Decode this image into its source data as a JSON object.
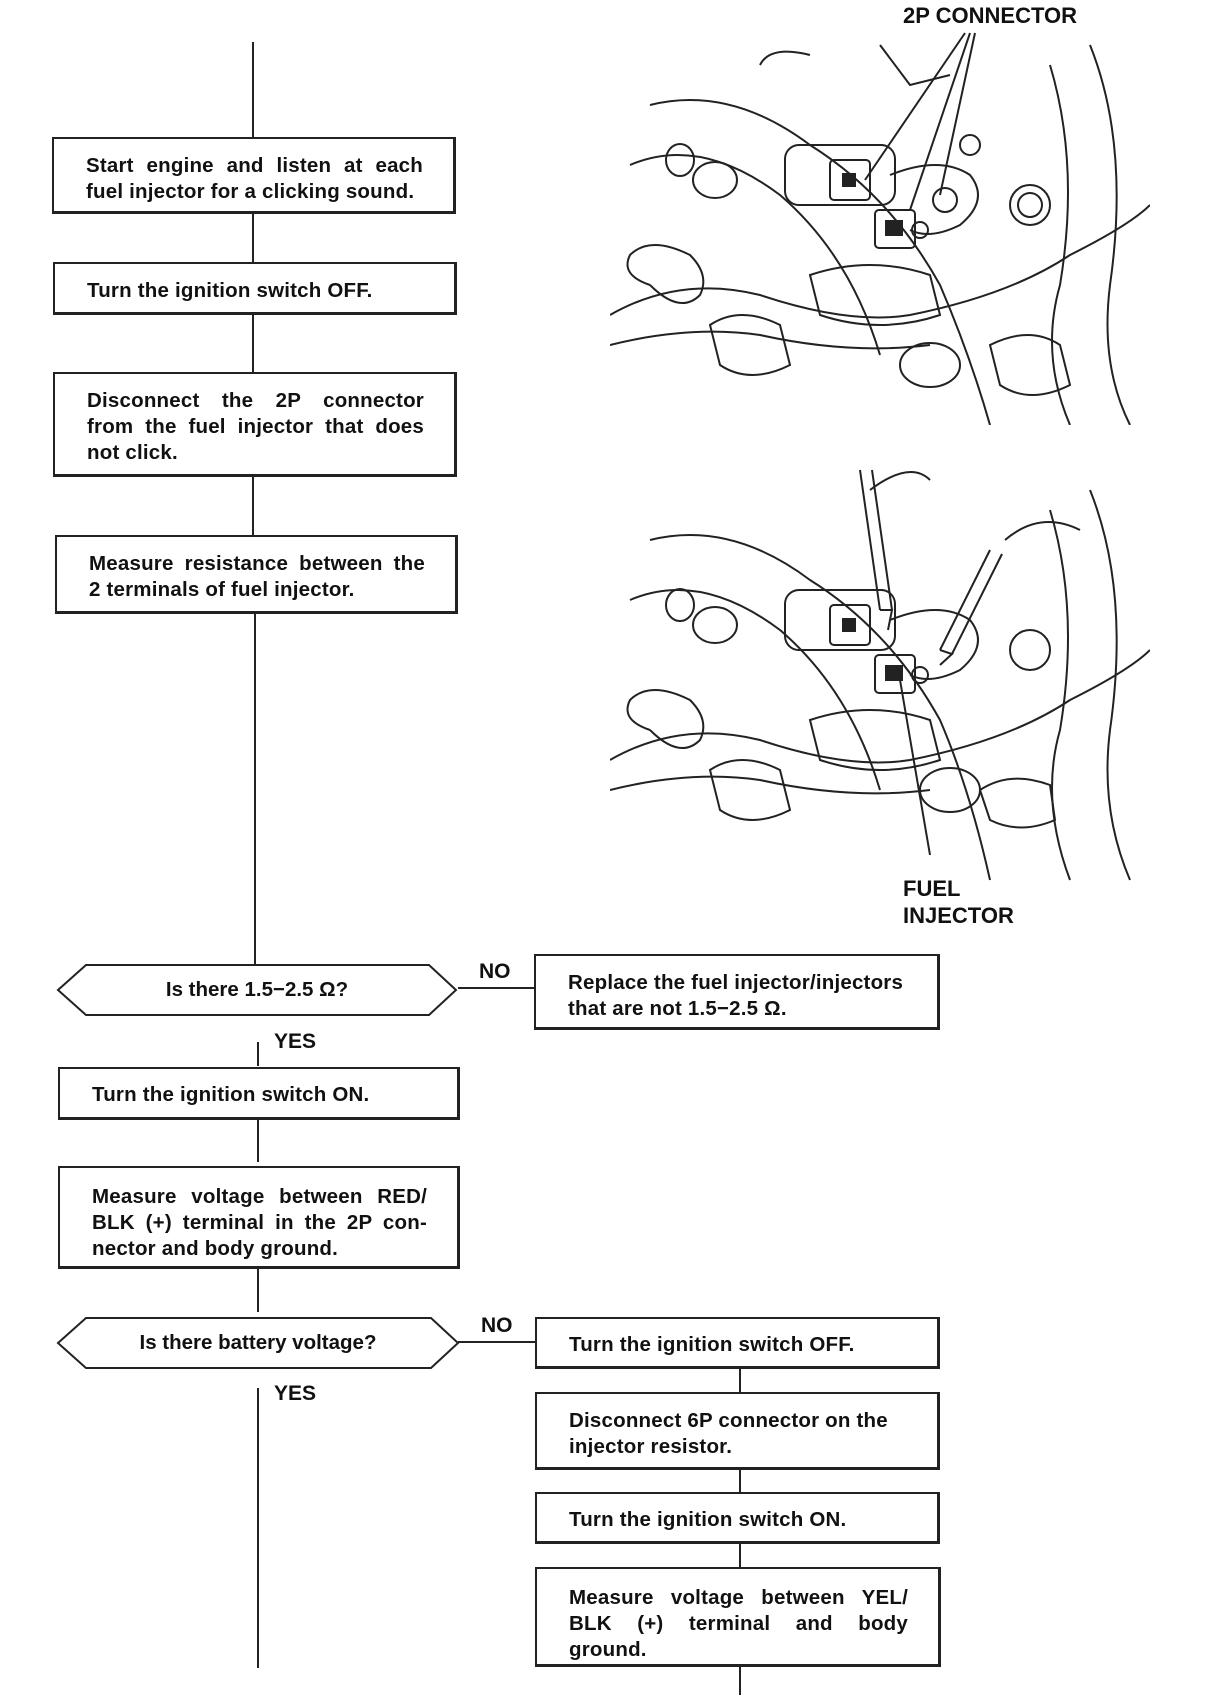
{
  "flow": {
    "step_listen": "Start engine and listen at each fuel injector for a clicking sound.",
    "step_ign_off_1": "Turn the ignition switch OFF.",
    "step_disconnect_2p": "Disconnect the 2P connector from the fuel injector that does not click.",
    "step_measure_resistance": "Measure resistance between the 2 terminals of fuel injector.",
    "q_resistance": "Is there 1.5−2.5 Ω?",
    "q_resistance_no": "NO",
    "q_resistance_yes": "YES",
    "step_replace": "Replace the fuel injector/injectors that are not 1.5−2.5 Ω.",
    "step_ign_on_1": "Turn the ignition switch ON.",
    "step_measure_voltage_red": "Measure voltage between RED/ BLK (+) terminal in the 2P con-nector and body ground.",
    "q_battery": "Is there battery voltage?",
    "q_battery_no": "NO",
    "q_battery_yes": "YES",
    "step_ign_off_2": "Turn the ignition switch OFF.",
    "step_disconnect_6p": "Disconnect 6P connector on the injector resistor.",
    "step_ign_on_2": "Turn the ignition switch ON.",
    "step_measure_voltage_yel": "Measure voltage between YEL/ BLK (+) terminal and body ground."
  },
  "callouts": {
    "connector": "2P CONNECTOR",
    "injector_line1": "FUEL",
    "injector_line2": "INJECTOR"
  }
}
